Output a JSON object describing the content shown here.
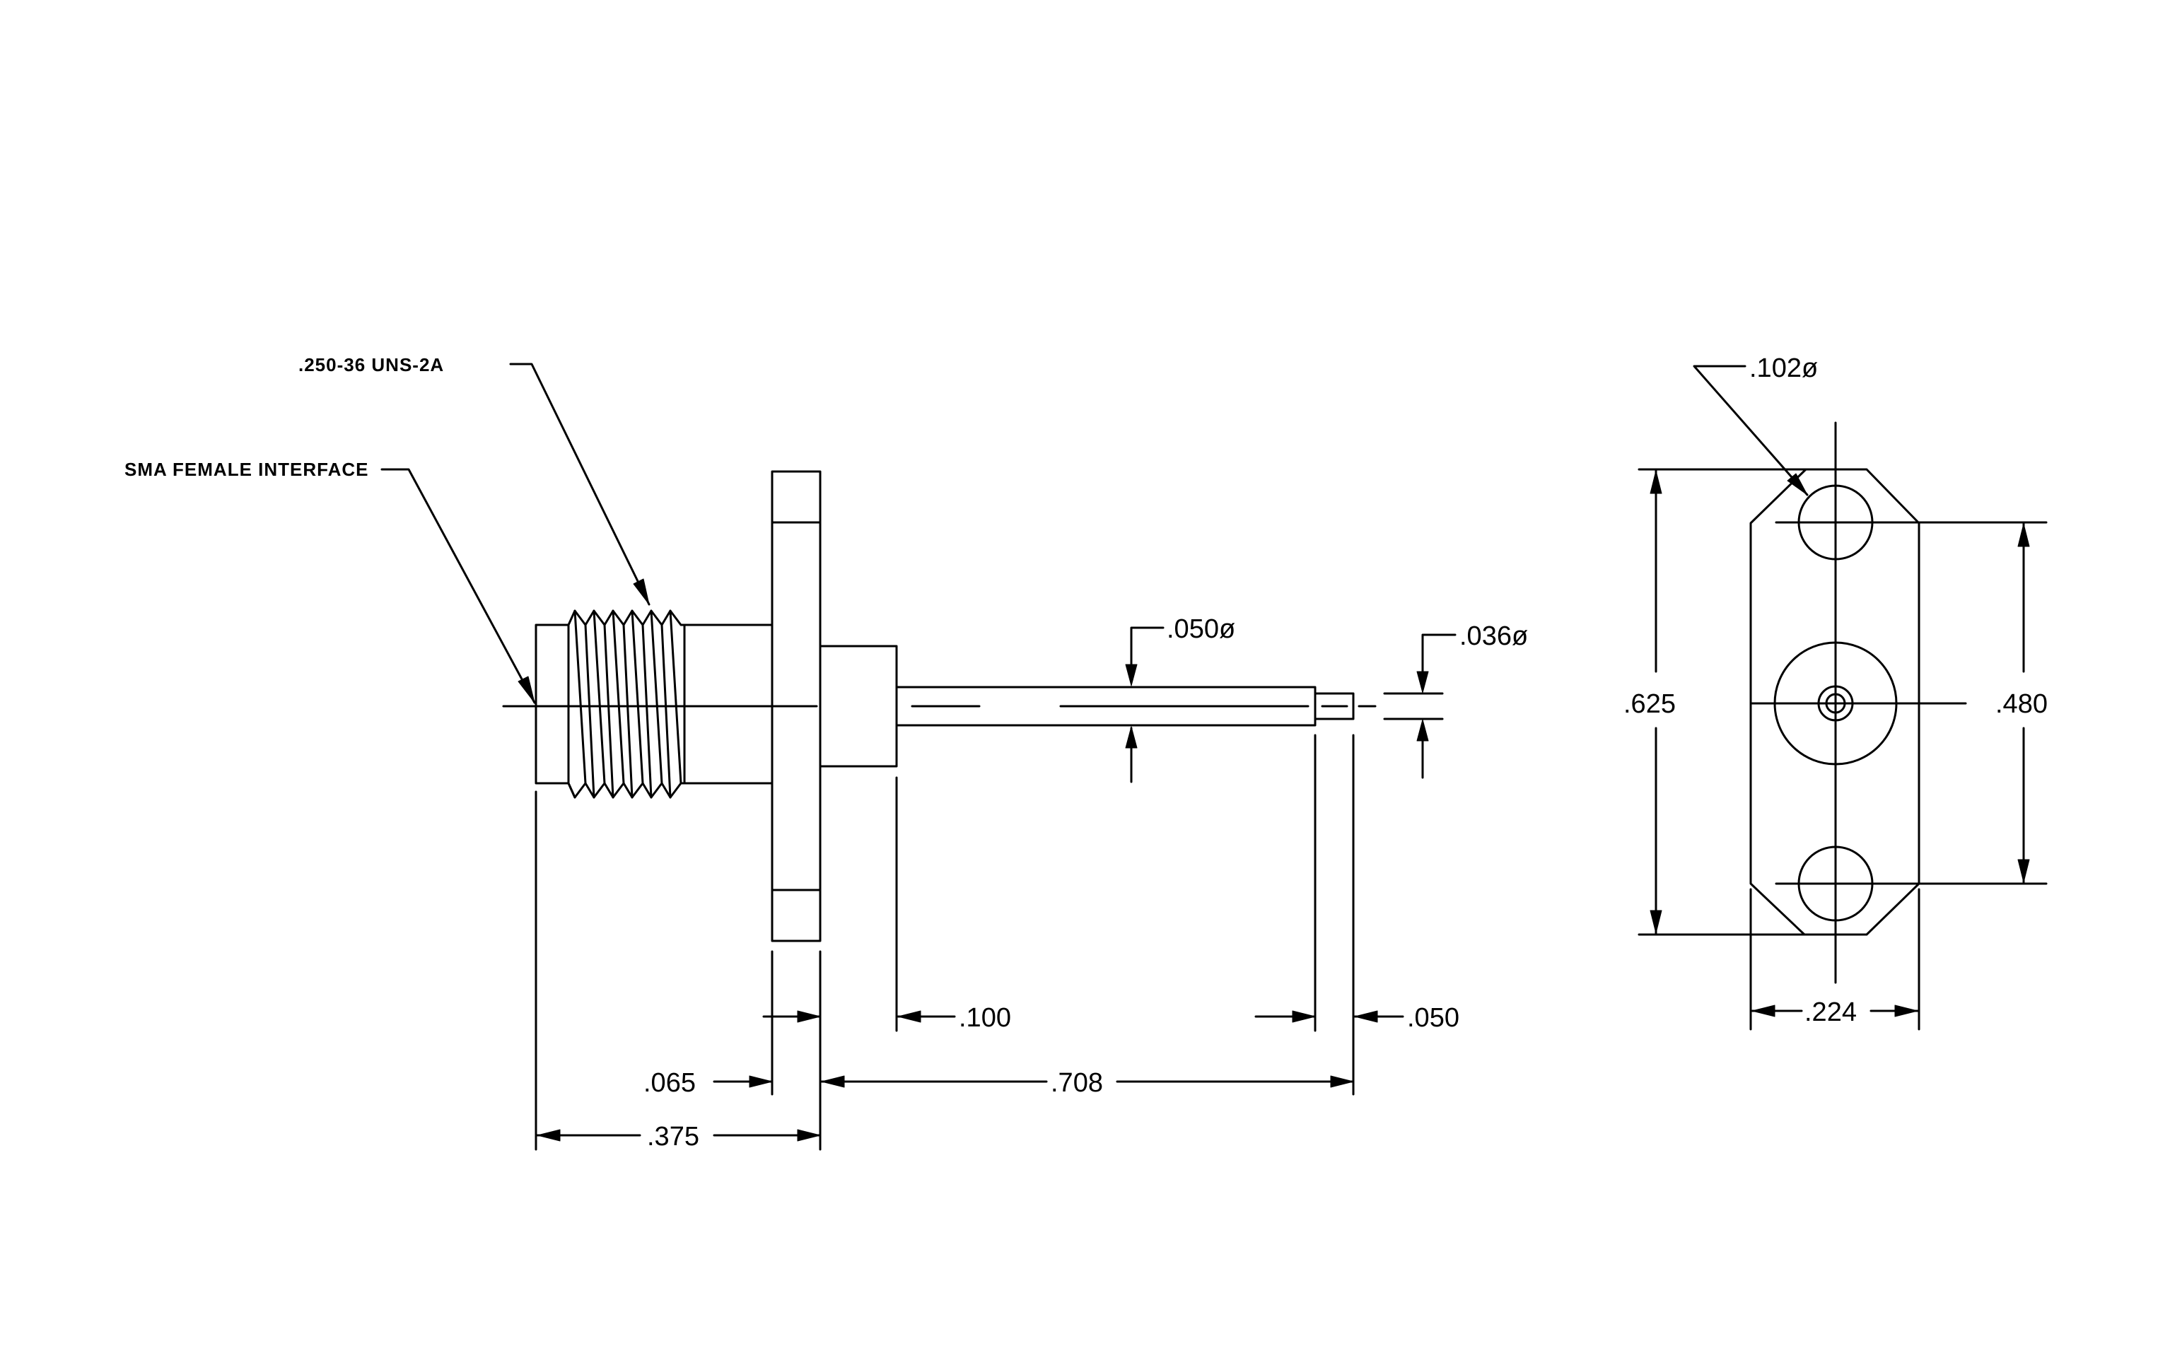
{
  "labels": {
    "thread": ".250-36 UNS-2A",
    "interface": "SMA FEMALE INTERFACE",
    "pin_dia": ".050ø",
    "tip_dia": ".036ø",
    "hole_dia": ".102ø"
  },
  "dimensions": {
    "flange_thk": ".065",
    "overall_front": ".375",
    "boss": ".100",
    "pin_length": ".708",
    "tip_length": ".050",
    "flange_height": ".625",
    "hole_spacing": ".480",
    "flange_width": ".224"
  }
}
